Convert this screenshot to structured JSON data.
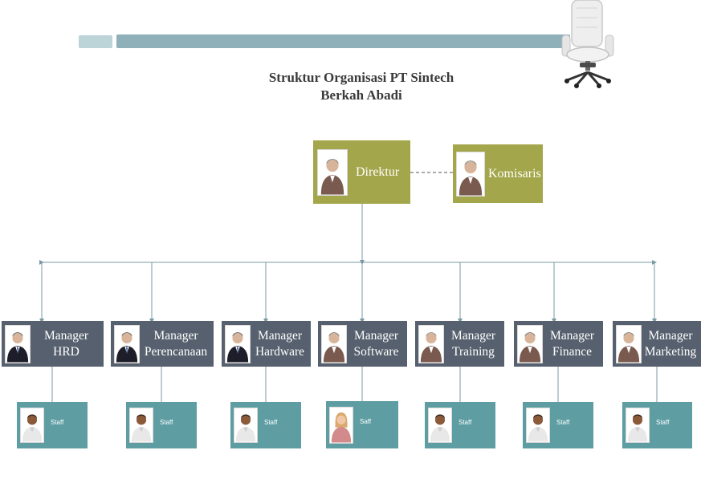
{
  "title": {
    "line1": "Struktur Organisasi PT Sintech",
    "line2": "Berkah Abadi"
  },
  "direktur": {
    "label": "Direktur"
  },
  "komisaris": {
    "label": "Komisaris"
  },
  "managers": [
    {
      "line1": "Manager",
      "line2": "HRD"
    },
    {
      "line1": "Manager",
      "line2": "Perencanaan"
    },
    {
      "line1": "Manager",
      "line2": "Hardware"
    },
    {
      "line1": "Manager",
      "line2": "Software"
    },
    {
      "line1": "Manager",
      "line2": "Training"
    },
    {
      "line1": "Manager",
      "line2": "Finance"
    },
    {
      "line1": "Manager",
      "line2": "Marketing"
    }
  ],
  "staff": [
    {
      "label": "Staff"
    },
    {
      "label": "Staff"
    },
    {
      "label": "Staff"
    },
    {
      "label": "Saff"
    },
    {
      "label": "Staff"
    },
    {
      "label": "Staff"
    },
    {
      "label": "Staff"
    }
  ],
  "colors": {
    "exec": "#a3a64a",
    "manager": "#56606e",
    "staff": "#5e9ea3",
    "connector": "#7a9aa3"
  },
  "icons": {
    "chair": "office-chair-icon",
    "person": "person-avatar-icon"
  }
}
